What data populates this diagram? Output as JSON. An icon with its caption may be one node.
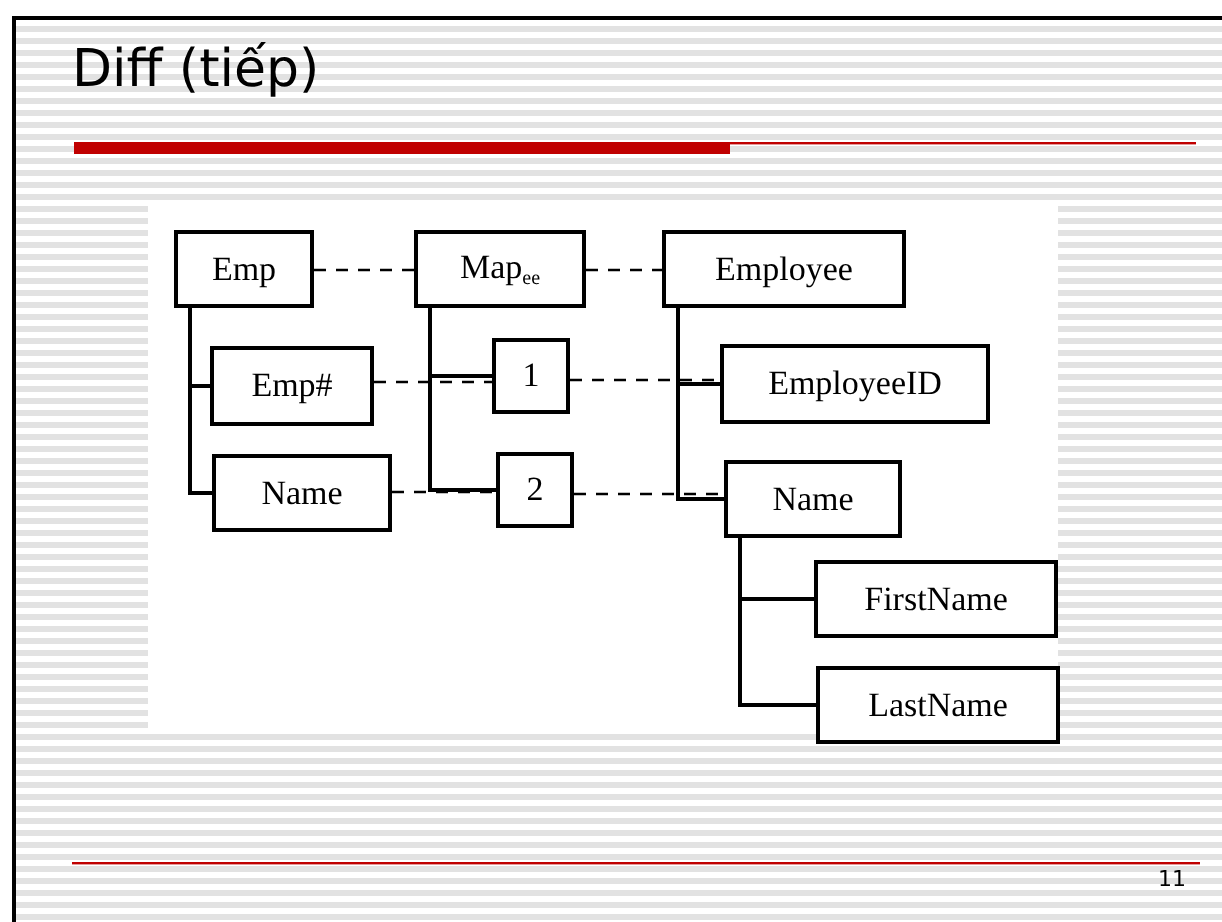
{
  "diagram": {
    "title": "Diff (tiếp)",
    "nodes": [
      {
        "text": [
          "Emp"
        ]
      },
      {
        "text": [
          "Map$_{ee}$"
        ]
      },
      {
        "text": [
          "Employee"
        ]
      },
      {
        "text": [
          "Emp#"
        ]
      },
      {
        "text": [
          "1"
        ]
      },
      {
        "text": [
          "EmployeeID"
        ]
      },
      {
        "text": [
          "Name"
        ]
      },
      {
        "text": [
          "2"
        ]
      },
      {
        "text": [
          "Name"
        ]
      },
      {
        "text": [
          "FirstName"
        ]
      },
      {
        "text": [
          "LastName"
        ]
      }
    ],
    "edges": [
      {
        "from": 0,
        "to": 1,
        "arrow": "none",
        "style": "dashed"
      },
      {
        "from": 1,
        "to": 2,
        "arrow": "none",
        "style": "dashed"
      },
      {
        "from": 0,
        "to": 3,
        "arrow": "none"
      },
      {
        "from": 0,
        "to": 6,
        "arrow": "none"
      },
      {
        "from": 1,
        "to": 4,
        "arrow": "none"
      },
      {
        "from": 1,
        "to": 7,
        "arrow": "none"
      },
      {
        "from": 2,
        "to": 5,
        "arrow": "none"
      },
      {
        "from": 2,
        "to": 8,
        "arrow": "none"
      },
      {
        "from": 8,
        "to": 9,
        "arrow": "none"
      },
      {
        "from": 8,
        "to": 10,
        "arrow": "none"
      },
      {
        "from": 3,
        "to": 4,
        "arrow": "none",
        "style": "dashed"
      },
      {
        "from": 4,
        "to": 5,
        "arrow": "none",
        "style": "dashed"
      },
      {
        "from": 6,
        "to": 7,
        "arrow": "none",
        "style": "dashed"
      },
      {
        "from": 7,
        "to": 8,
        "arrow": "none",
        "style": "dashed"
      }
    ],
    "labels": [
      "11"
    ]
  }
}
